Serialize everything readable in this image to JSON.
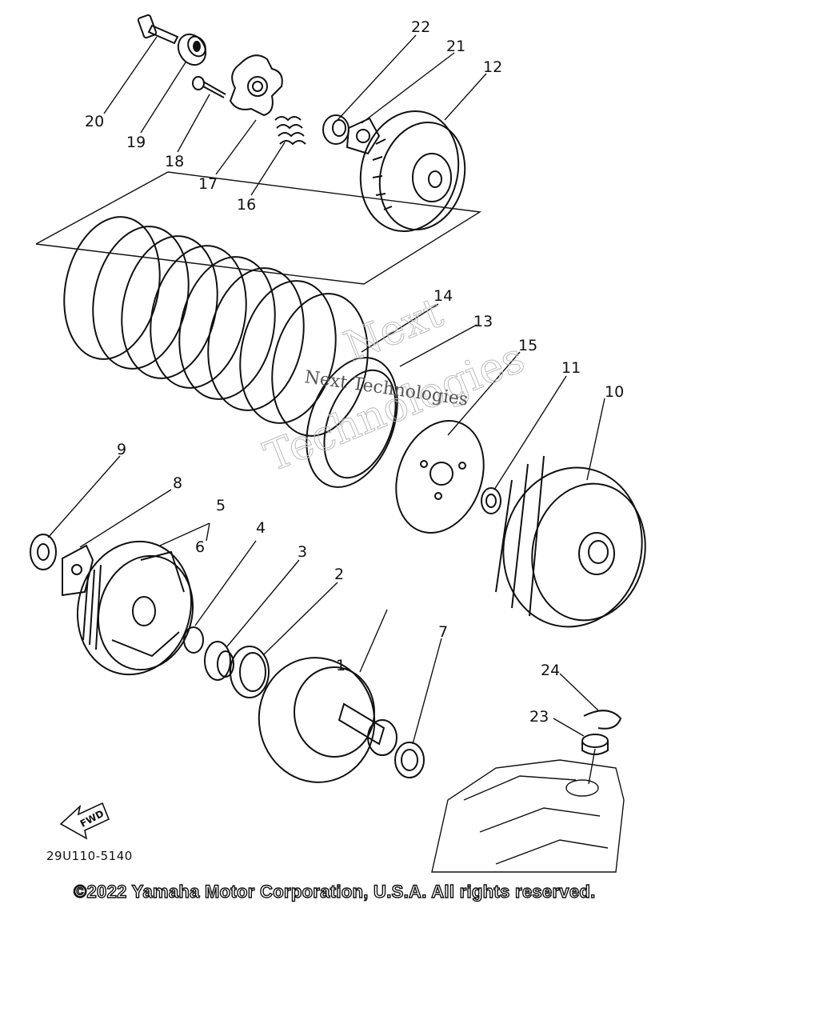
{
  "diagram": {
    "title": "",
    "part_callouts": [
      "1",
      "2",
      "3",
      "4",
      "5",
      "6",
      "7",
      "8",
      "9",
      "10",
      "11",
      "12",
      "13",
      "14",
      "15",
      "16",
      "17",
      "18",
      "19",
      "20",
      "21",
      "22",
      "23",
      "24"
    ],
    "direction_label": "FWD",
    "reference_code": "29U110-5140",
    "copyright": "©2022 Yamaha Motor Corporation, U.S.A. All rights reserved.",
    "watermark_lines": [
      "Next",
      "Technologies",
      "Next Technologies"
    ]
  },
  "colors": {
    "line": "#111111",
    "background": "#ffffff",
    "watermark": "#bbbbbb"
  }
}
